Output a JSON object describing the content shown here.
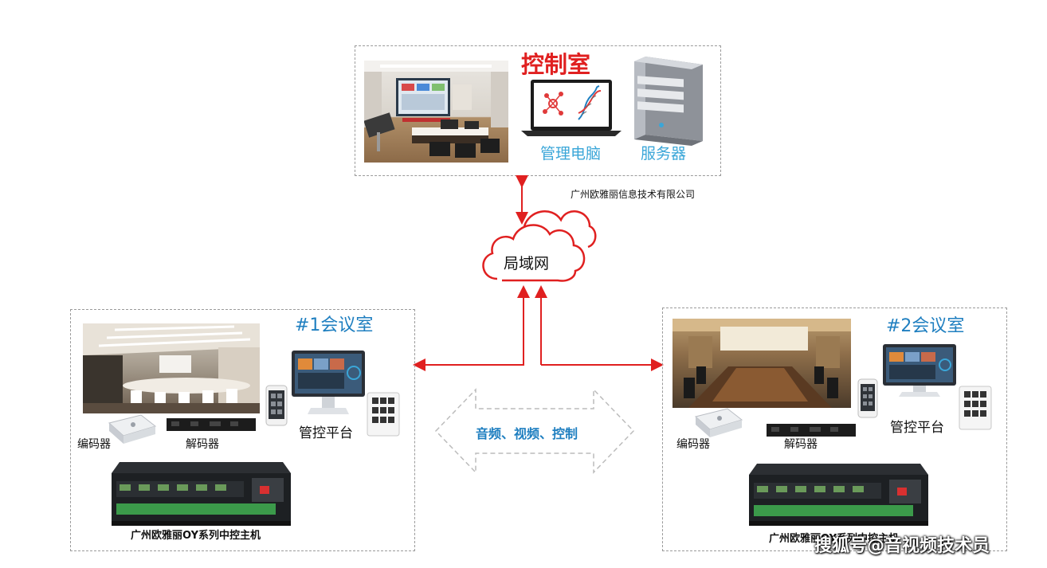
{
  "control_room": {
    "title": "控制室",
    "pc_label": "管理电脑",
    "server_label": "服务器"
  },
  "company_caption": "广州欧雅丽信息技术有限公司",
  "network": {
    "label": "局域网"
  },
  "transfer_label": "音频、视频、控制",
  "room1": {
    "title": "#1会议室",
    "encoder_label": "编码器",
    "decoder_label": "解码器",
    "control_platform_label": "管控平台",
    "host_caption": "广州欧雅丽OY系列中控主机"
  },
  "room2": {
    "title": "#2会议室",
    "encoder_label": "编码器",
    "decoder_label": "解码器",
    "control_platform_label": "管控平台",
    "host_caption": "广州欧雅丽OY系列中控主机"
  },
  "watermark": "搜狐号@音视频技术员",
  "colors": {
    "accent_red": "#e02020",
    "room_title_blue": "#1f7fc0",
    "device_label_cyan": "#3aa6d8"
  }
}
